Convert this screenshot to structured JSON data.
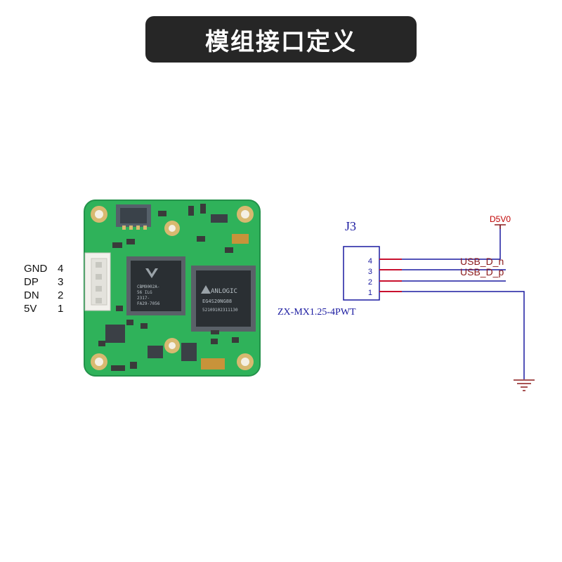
{
  "title": "模组接口定义",
  "pin_table": [
    {
      "name": "GND",
      "num": "4"
    },
    {
      "name": "DP",
      "num": "3"
    },
    {
      "name": "DN",
      "num": "2"
    },
    {
      "name": "5V",
      "num": "1"
    }
  ],
  "pcb": {
    "chip1": {
      "line1": "CBM9002A-",
      "line2": "56 ILG",
      "line3": "2317-",
      "line4": "FA29-7056"
    },
    "chip2": {
      "brand": "ANLOGIC",
      "part": "EG4S20NG88",
      "lot": "52109102311130"
    }
  },
  "schematic": {
    "ref": "J3",
    "part": "ZX-MX1.25-4PWT",
    "power": "D5V0",
    "pins": [
      "4",
      "3",
      "2",
      "1"
    ],
    "net_dn": "USB_D_n",
    "net_dp": "USB_D_p"
  },
  "colors": {
    "pcb_green": "#2fb25a",
    "pad_gold": "#d8b970",
    "wire_red": "#c8102e",
    "wire_blue": "#1a1aa0",
    "net_red": "#c00000",
    "outline_blue": "#1a1aa0"
  }
}
